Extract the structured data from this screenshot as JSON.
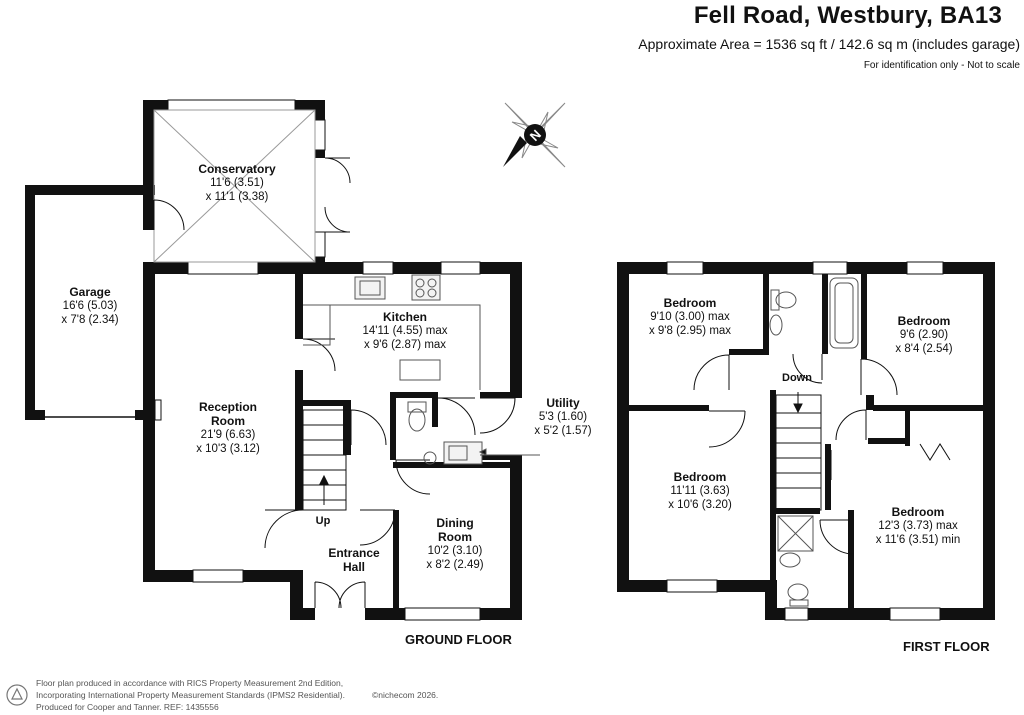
{
  "header": {
    "title": "Fell Road, Westbury, BA13",
    "area": "Approximate Area = 1536 sq ft / 142.6 sq m (includes garage)",
    "note": "For identification only - Not to scale"
  },
  "compass": {
    "letter": "N",
    "icon": "compass-rose-icon"
  },
  "ground_floor": {
    "label": "GROUND FLOOR",
    "rooms": {
      "conservatory": {
        "name": "Conservatory",
        "dim1": "11'6 (3.51)",
        "dim2": "x 11'1 (3.38)"
      },
      "garage": {
        "name": "Garage",
        "dim1": "16'6 (5.03)",
        "dim2": "x 7'8 (2.34)"
      },
      "kitchen": {
        "name": "Kitchen",
        "dim1": "14'11 (4.55) max",
        "dim2": "x 9'6 (2.87) max"
      },
      "reception": {
        "name": "Reception",
        "name2": "Room",
        "dim1": "21'9 (6.63)",
        "dim2": "x 10'3 (3.12)"
      },
      "utility": {
        "name": "Utility",
        "dim1": "5'3 (1.60)",
        "dim2": "x 5'2 (1.57)"
      },
      "dining": {
        "name": "Dining",
        "name2": "Room",
        "dim1": "10'2 (3.10)",
        "dim2": "x 8'2 (2.49)"
      },
      "entrance": {
        "name": "Entrance",
        "name2": "Hall"
      }
    },
    "stair_label": "Up"
  },
  "first_floor": {
    "label": "FIRST FLOOR",
    "rooms": {
      "bedroom_tl": {
        "name": "Bedroom",
        "dim1": "9'10 (3.00) max",
        "dim2": "x 9'8 (2.95) max"
      },
      "bedroom_tr": {
        "name": "Bedroom",
        "dim1": "9'6 (2.90)",
        "dim2": "x 8'4 (2.54)"
      },
      "bedroom_bl": {
        "name": "Bedroom",
        "dim1": "11'11 (3.63)",
        "dim2": "x 10'6 (3.20)"
      },
      "bedroom_br": {
        "name": "Bedroom",
        "dim1": "12'3 (3.73) max",
        "dim2": "x 11'6 (3.51) min"
      }
    },
    "stair_label": "Down"
  },
  "footer": {
    "line1": "Floor plan produced in accordance with RICS Property Measurement 2nd Edition,",
    "line2": "Incorporating International Property Measurement Standards (IPMS2 Residential).",
    "line3": "Produced for Cooper and Tanner.   REF: 1435556",
    "brand": "©nichecom 2026."
  },
  "colors": {
    "wall": "#111111",
    "window": "#ffffff",
    "text": "#111111",
    "footer_text": "#555555"
  }
}
